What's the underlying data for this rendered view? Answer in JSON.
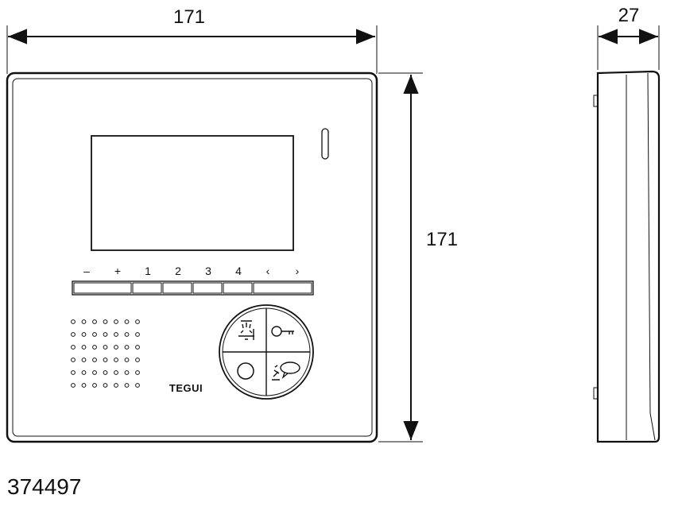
{
  "dimensions": {
    "front_width": "171",
    "front_height": "171",
    "side_depth": "27"
  },
  "keypad_labels": [
    "–",
    "+",
    "1",
    "2",
    "3",
    "4",
    "‹",
    "›"
  ],
  "brand_logo": "TEGUI",
  "product_code": "374497",
  "icons": {
    "top_left": "door-light-icon",
    "top_right": "door-key-icon",
    "bottom_left": "answer-circle-icon",
    "bottom_right": "handset-call-icon"
  }
}
